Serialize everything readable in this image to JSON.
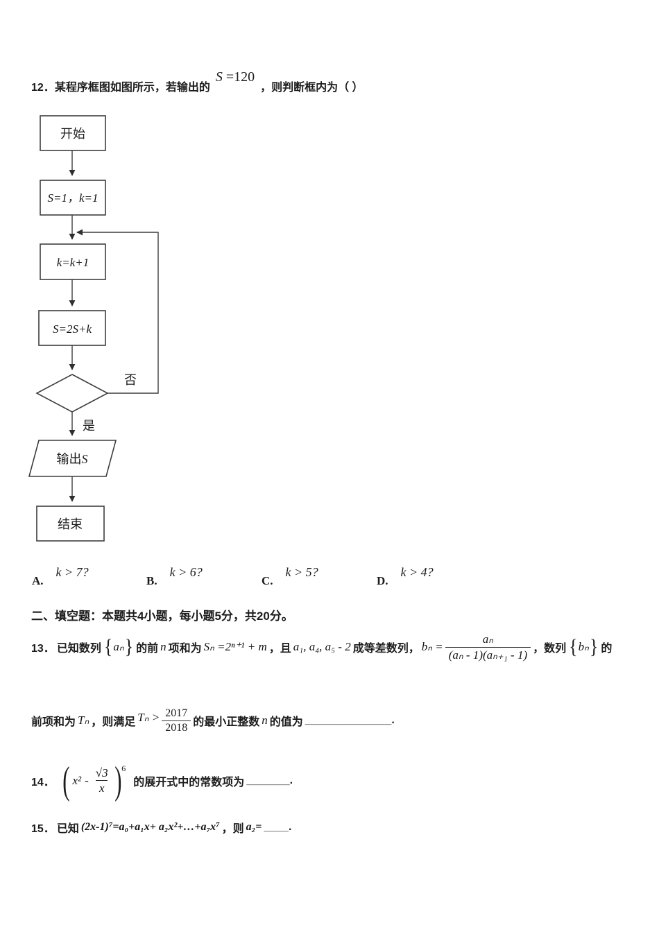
{
  "colors": {
    "background": "#ffffff",
    "text": "#1c1c1c",
    "flowchart_lines": "#3d3d3d"
  },
  "q12": {
    "number": "12．",
    "pre": "某程序框图如图所示，若输出的",
    "math_var": "S",
    "math_rest": " =120",
    "post": "，则判断框内为（  ）"
  },
  "flowchart": {
    "start": "开始",
    "init": "S=1，k=1",
    "increment": "k=k+1",
    "compute": "S=2S+k",
    "no_label": "否",
    "yes_label": "是",
    "output_prefix": "输出",
    "output_var": "S",
    "end": "结束"
  },
  "options": [
    {
      "label": "A.",
      "math": "k > 7?"
    },
    {
      "label": "B.",
      "math": "k > 6?"
    },
    {
      "label": "C.",
      "math": "k > 5?"
    },
    {
      "label": "D.",
      "math": "k > 4?"
    }
  ],
  "section2_heading": "二、填空题：本题共4小题，每小题5分，共20分。",
  "q13": {
    "number": "13．",
    "t_known": "已知数列",
    "brace_open": "{",
    "brace_close": "}",
    "seq_a": "aₙ",
    "t_front": "的前",
    "var_n": "n",
    "t_sum": "项和为",
    "sum_formula": "Sₙ =2ⁿ⁺¹ + m",
    "t_and": "，且",
    "terms": "a₁, a₄, a₅ - 2",
    "t_arith": "成等差数列，",
    "bn_lhs": "bₙ =",
    "bn_num": "aₙ",
    "bn_den": "(aₙ - 1)(aₙ₊₁ - 1)",
    "t_seq": "，数列",
    "seq_b": "bₙ",
    "t_de": "的",
    "t_presum": "前项和为",
    "tn": "Tₙ",
    "t_satisfy": "，则满足",
    "tn_gt": "Tₙ >",
    "frac_num": "2017",
    "frac_den": "2018",
    "t_min": "的最小正整数",
    "var_n2": "n",
    "t_value": "的值为",
    "blank": "______________."
  },
  "q14": {
    "number": "14．",
    "paren_open": "(",
    "x_sq": "x²",
    "minus": "-",
    "frac_num": "√3",
    "frac_den": "x",
    "paren_close": ")",
    "exponent": "6",
    "text": "的展开式中的常数项为",
    "blank": "_______."
  },
  "q15": {
    "number": "15．",
    "t_known": "已知",
    "formula": "(2x-1)⁷=a₀+a₁x+ a₂x²+…+a₇x⁷",
    "t_then": "，则",
    "a2": "a₂=",
    "blank": "____."
  }
}
